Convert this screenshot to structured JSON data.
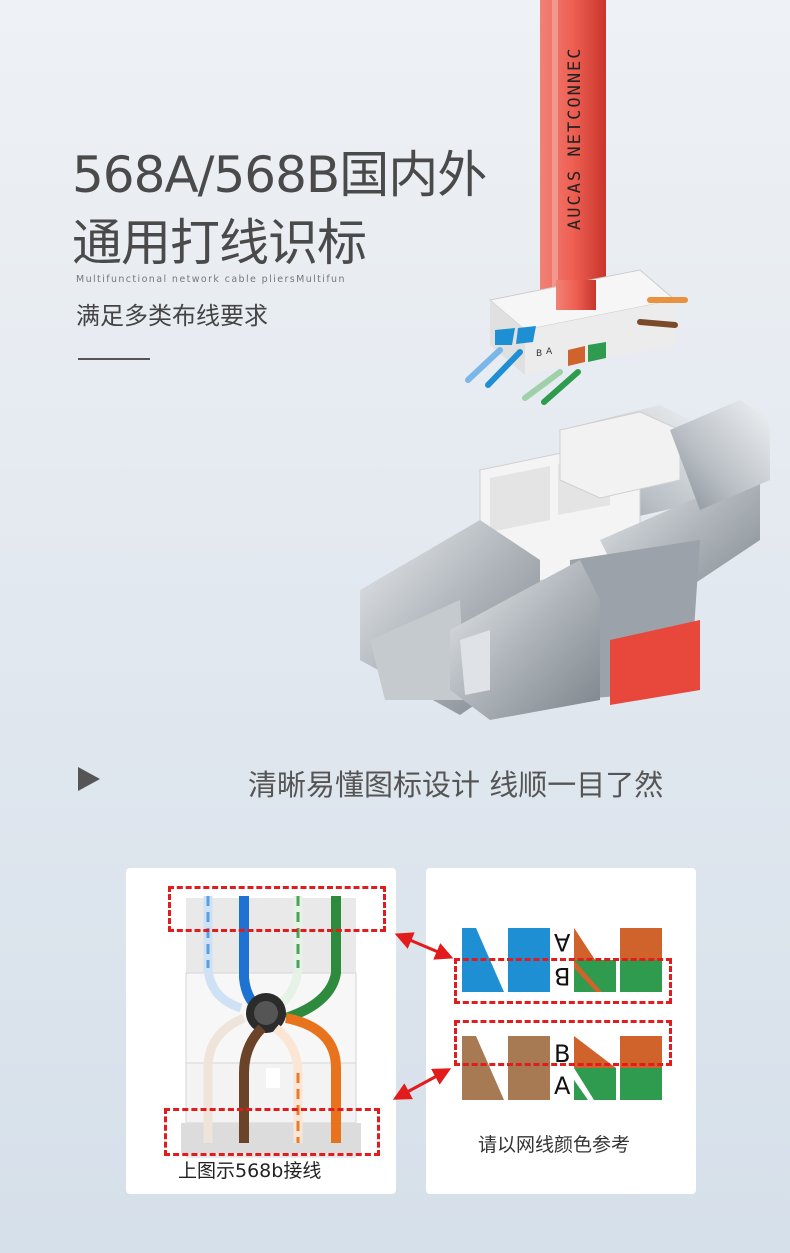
{
  "header": {
    "title_line1": "568A/568B国内外",
    "title_line2": "通用打线识标",
    "subtitle_en": "Multifunctional network cable pliersMultifun",
    "subtitle_cn": "满足多类布线要求"
  },
  "product": {
    "cable_print": "AUCAS NETCONNEC",
    "label_a": "A",
    "label_b": "B"
  },
  "mid_caption": "清晰易懂图标设计 线顺一目了然",
  "left_card": {
    "caption": "上图示568b接线"
  },
  "right_card": {
    "top_labels": [
      "A",
      "B"
    ],
    "bottom_labels": [
      "B",
      "A"
    ],
    "caption": "请以网线颜色参考"
  },
  "colors": {
    "blue": "#1e8fd2",
    "green": "#2e9b4e",
    "orange": "#d0622c",
    "brown": "#a87a54",
    "highlight_red": "#e21c1c",
    "cable_red": "#ec5a4e"
  }
}
